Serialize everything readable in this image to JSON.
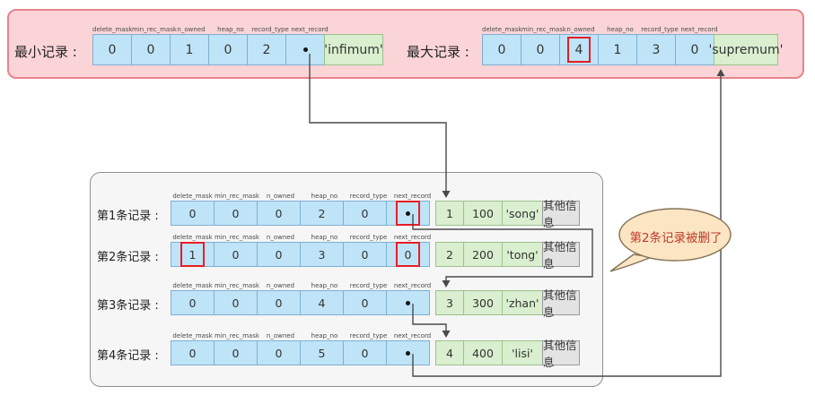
{
  "colors": {
    "panel_pink": "#fbd4d8",
    "panel_pink_border": "#e8838c",
    "cell_blue": "#bfe4f8",
    "cell_blue_border": "#7fafd0",
    "cell_green": "#d9efcf",
    "cell_green_border": "#9cc08b",
    "cell_gray": "#e3e3e3",
    "box_gray_fill": "#f6f6f6",
    "box_gray_border": "#8f8f8f",
    "highlight_red": "#ea1c24",
    "arrow_gray": "#4a4a4a",
    "bubble_fill": "#fbe5c2",
    "bubble_border": "#857257",
    "bubble_text": "#c0392b"
  },
  "field_headers": [
    "delete_mask",
    "min_rec_mask",
    "n_owned",
    "heap_no",
    "record_type",
    "next_record"
  ],
  "top_section": {
    "min_record": {
      "label": "最小记录 :",
      "cells": [
        "0",
        "0",
        "1",
        "0",
        "2",
        ""
      ],
      "tail": "'infimum'"
    },
    "max_record": {
      "label": "最大记录 :",
      "cells": [
        "0",
        "0",
        "4",
        "1",
        "3",
        "0"
      ],
      "highlighted_cell": "4",
      "tail": "'supremum'"
    }
  },
  "records_section": {
    "rows": [
      {
        "label": "第1条记录 :",
        "cells": [
          "0",
          "0",
          "0",
          "2",
          "0",
          ""
        ],
        "data": [
          "1",
          "100",
          "'song'",
          "其他信息"
        ]
      },
      {
        "label": "第2条记录 :",
        "cells": [
          "1",
          "0",
          "0",
          "3",
          "0",
          "0"
        ],
        "data": [
          "2",
          "200",
          "'tong'",
          "其他信息"
        ]
      },
      {
        "label": "第3条记录 :",
        "cells": [
          "0",
          "0",
          "0",
          "4",
          "0",
          ""
        ],
        "data": [
          "3",
          "300",
          "'zhan'",
          "其他信息"
        ]
      },
      {
        "label": "第4条记录 :",
        "cells": [
          "0",
          "0",
          "0",
          "5",
          "0",
          ""
        ],
        "data": [
          "4",
          "400",
          "'lisi'",
          "其他信息"
        ]
      }
    ]
  },
  "callout": {
    "text": "第2条记录被删了"
  }
}
